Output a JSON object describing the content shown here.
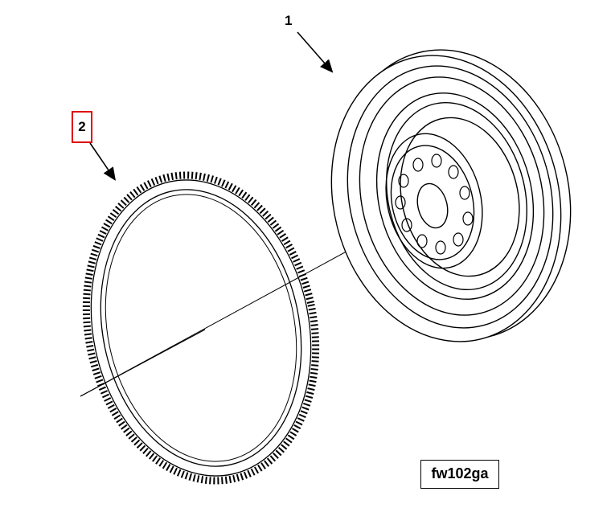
{
  "diagram": {
    "callouts": [
      {
        "number": "1",
        "part": "flywheel",
        "highlighted": false
      },
      {
        "number": "2",
        "part": "ring-gear",
        "highlighted": true
      }
    ],
    "figure_id": "fw102ga",
    "colors": {
      "line": "#000000",
      "highlight": "#e00000",
      "background": "#ffffff"
    }
  }
}
